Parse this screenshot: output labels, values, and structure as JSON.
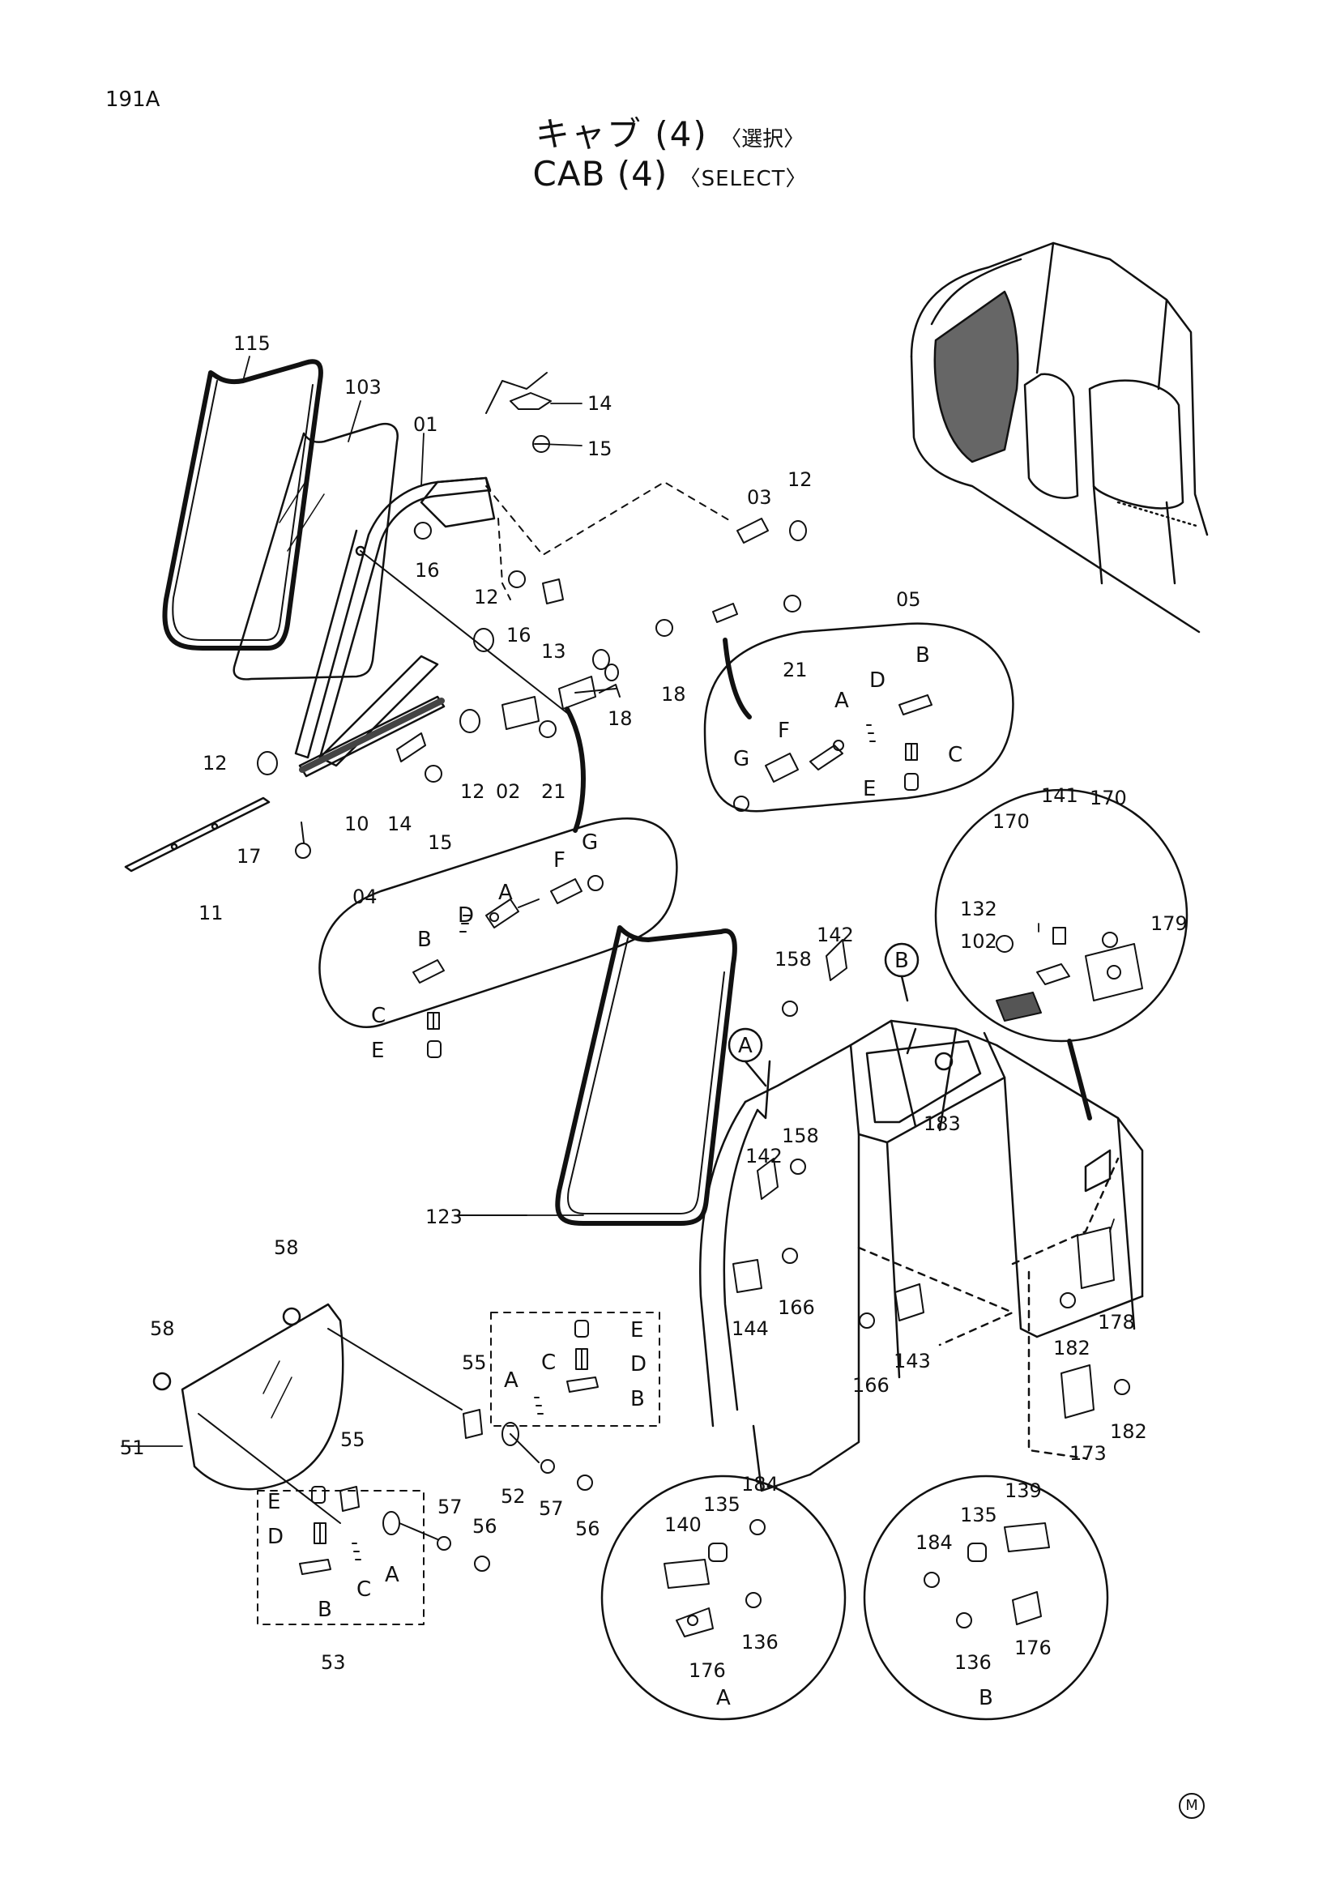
{
  "page_number": "191A",
  "title_jp": "キャブ (4)",
  "title_jp_suffix": "〈選択〉",
  "title_en": "CAB  (4)",
  "title_en_suffix": "〈SELECT〉",
  "footer_mark": "M",
  "part_labels": [
    {
      "id": "p115",
      "text": "115"
    },
    {
      "id": "p103",
      "text": "103"
    },
    {
      "id": "p01",
      "text": "01"
    },
    {
      "id": "p14a",
      "text": "14"
    },
    {
      "id": "p15a",
      "text": "15"
    },
    {
      "id": "p16a",
      "text": "16"
    },
    {
      "id": "p16b",
      "text": "16"
    },
    {
      "id": "p12a",
      "text": "12"
    },
    {
      "id": "p13",
      "text": "13"
    },
    {
      "id": "p12b",
      "text": "12"
    },
    {
      "id": "p12c",
      "text": "12"
    },
    {
      "id": "p10",
      "text": "10"
    },
    {
      "id": "p14b",
      "text": "14"
    },
    {
      "id": "p15b",
      "text": "15"
    },
    {
      "id": "p02",
      "text": "02"
    },
    {
      "id": "p21a",
      "text": "21"
    },
    {
      "id": "p18a",
      "text": "18"
    },
    {
      "id": "p17",
      "text": "17"
    },
    {
      "id": "p11",
      "text": "11"
    },
    {
      "id": "p04",
      "text": "04"
    },
    {
      "id": "p03",
      "text": "03"
    },
    {
      "id": "p12d",
      "text": "12"
    },
    {
      "id": "p18b",
      "text": "18"
    },
    {
      "id": "p21b",
      "text": "21"
    },
    {
      "id": "p05",
      "text": "05"
    },
    {
      "id": "p141",
      "text": "141"
    },
    {
      "id": "p170a",
      "text": "170"
    },
    {
      "id": "p170b",
      "text": "170"
    },
    {
      "id": "p132",
      "text": "132"
    },
    {
      "id": "p179",
      "text": "179"
    },
    {
      "id": "p102",
      "text": "102"
    },
    {
      "id": "p142a",
      "text": "142"
    },
    {
      "id": "p158a",
      "text": "158"
    },
    {
      "id": "p183",
      "text": "183"
    },
    {
      "id": "p142b",
      "text": "142"
    },
    {
      "id": "p158b",
      "text": "158"
    },
    {
      "id": "p123",
      "text": "123"
    },
    {
      "id": "p144",
      "text": "144"
    },
    {
      "id": "p166a",
      "text": "166"
    },
    {
      "id": "p143",
      "text": "143"
    },
    {
      "id": "p166b",
      "text": "166"
    },
    {
      "id": "p178",
      "text": "178"
    },
    {
      "id": "p182a",
      "text": "182"
    },
    {
      "id": "p182b",
      "text": "182"
    },
    {
      "id": "p173",
      "text": "173"
    },
    {
      "id": "p58a",
      "text": "58"
    },
    {
      "id": "p58b",
      "text": "58"
    },
    {
      "id": "p51",
      "text": "51"
    },
    {
      "id": "p55a",
      "text": "55"
    },
    {
      "id": "p55b",
      "text": "55"
    },
    {
      "id": "p52",
      "text": "52"
    },
    {
      "id": "p57a",
      "text": "57"
    },
    {
      "id": "p57b",
      "text": "57"
    },
    {
      "id": "p56a",
      "text": "56"
    },
    {
      "id": "p56b",
      "text": "56"
    },
    {
      "id": "p53",
      "text": "53"
    },
    {
      "id": "p140",
      "text": "140"
    },
    {
      "id": "p135a",
      "text": "135"
    },
    {
      "id": "p184a",
      "text": "184"
    },
    {
      "id": "p136a",
      "text": "136"
    },
    {
      "id": "p176a",
      "text": "176"
    },
    {
      "id": "p139",
      "text": "139"
    },
    {
      "id": "p135b",
      "text": "135"
    },
    {
      "id": "p184b",
      "text": "184"
    },
    {
      "id": "p136b",
      "text": "136"
    },
    {
      "id": "p176b",
      "text": "176"
    }
  ],
  "letter_labels": [
    {
      "id": "l04B",
      "text": "B"
    },
    {
      "id": "l04D",
      "text": "D"
    },
    {
      "id": "l04A",
      "text": "A"
    },
    {
      "id": "l04F",
      "text": "F"
    },
    {
      "id": "l04G",
      "text": "G"
    },
    {
      "id": "l04C",
      "text": "C"
    },
    {
      "id": "l04E",
      "text": "E"
    },
    {
      "id": "l05B",
      "text": "B"
    },
    {
      "id": "l05D",
      "text": "D"
    },
    {
      "id": "l05A",
      "text": "A"
    },
    {
      "id": "l05F",
      "text": "F"
    },
    {
      "id": "l05G",
      "text": "G"
    },
    {
      "id": "l05C",
      "text": "C"
    },
    {
      "id": "l05E",
      "text": "E"
    },
    {
      "id": "lcA",
      "text": "A"
    },
    {
      "id": "lcB",
      "text": "B"
    },
    {
      "id": "l52E",
      "text": "E"
    },
    {
      "id": "l52D",
      "text": "D"
    },
    {
      "id": "l52B",
      "text": "B"
    },
    {
      "id": "l52A",
      "text": "A"
    },
    {
      "id": "l52C",
      "text": "C"
    },
    {
      "id": "l53E",
      "text": "E"
    },
    {
      "id": "l53D",
      "text": "D"
    },
    {
      "id": "l53C",
      "text": "C"
    },
    {
      "id": "l53A",
      "text": "A"
    },
    {
      "id": "l53B",
      "text": "B"
    },
    {
      "id": "ldA",
      "text": "A"
    },
    {
      "id": "ldB",
      "text": "B"
    }
  ]
}
